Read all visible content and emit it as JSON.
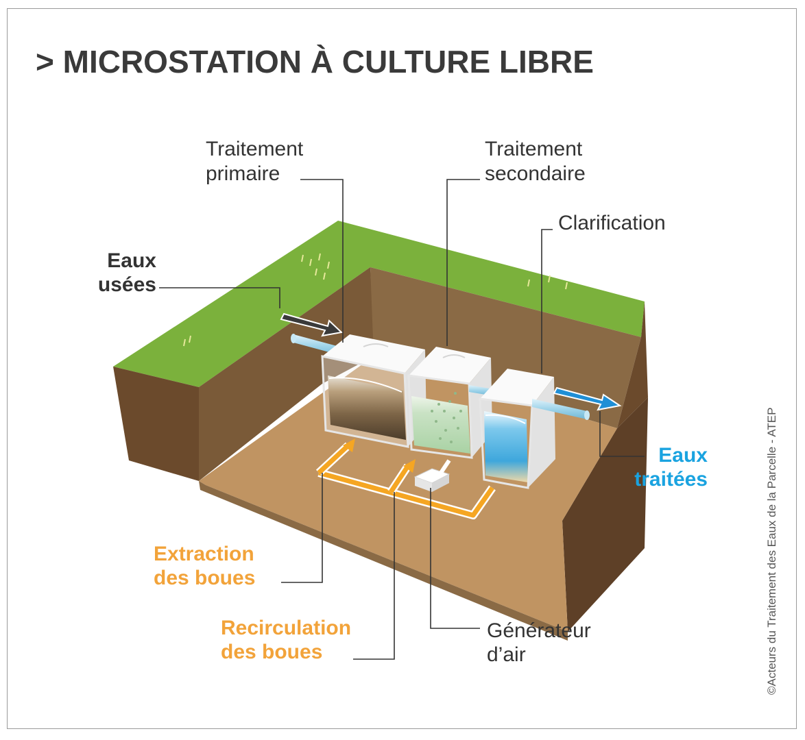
{
  "title": "> MICROSTATION À CULTURE LIBRE",
  "labels": {
    "primary_1": "Traitement",
    "primary_2": "primaire",
    "secondary_1": "Traitement",
    "secondary_2": "secondaire",
    "clarification": "Clarification",
    "wastewater_1": "Eaux",
    "wastewater_2": "usées",
    "treated_1": "Eaux",
    "treated_2": "traitées",
    "extraction_1": "Extraction",
    "extraction_2": "des boues",
    "recirculation_1": "Recirculation",
    "recirculation_2": "des boues",
    "generator_1": "Générateur",
    "generator_2": "d’air"
  },
  "credit": "©Acteurs du Traitement des Eaux de la Parcelle - ATEP",
  "colors": {
    "grass": "#7bb13c",
    "soil_front": "#6b4a2c",
    "soil_side": "#8a6a45",
    "pit_floor": "#c09462",
    "tank_white": "#f4f4f4",
    "pipe": "#a9d8ea",
    "sludge_pipe": "#f5a623",
    "arrow_in": "#3a3a3a",
    "arrow_out": "#1f8fd6",
    "label_orange": "#f2a33a",
    "label_blue": "#1aa3e0"
  }
}
